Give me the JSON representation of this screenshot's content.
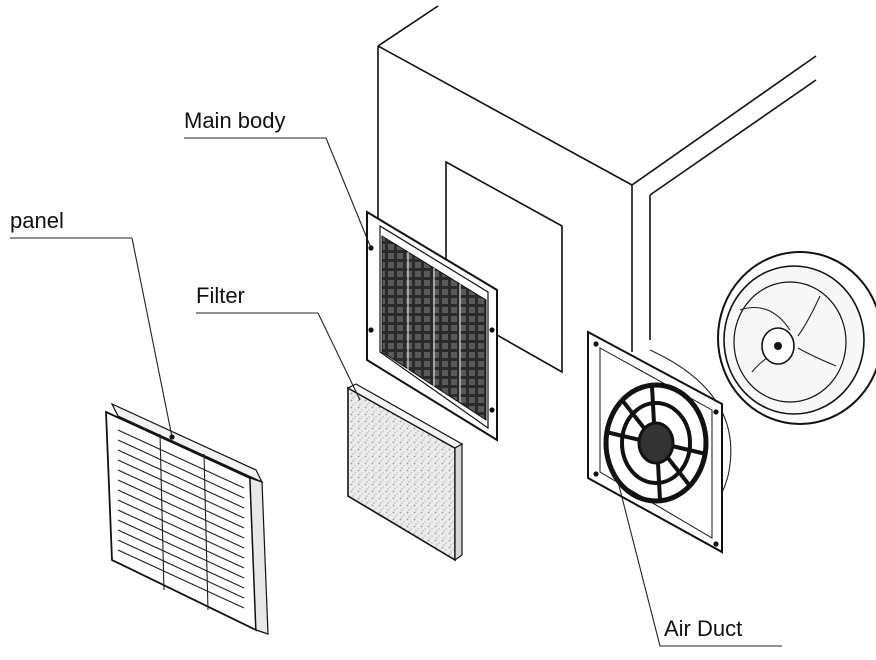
{
  "labels": {
    "main_body": "Main body",
    "panel": "panel",
    "filter": "Filter",
    "air_duct": "Air Duct"
  },
  "colors": {
    "ink": "#111111",
    "filter_fill": "#e6e6e6",
    "paper": "#ffffff"
  }
}
